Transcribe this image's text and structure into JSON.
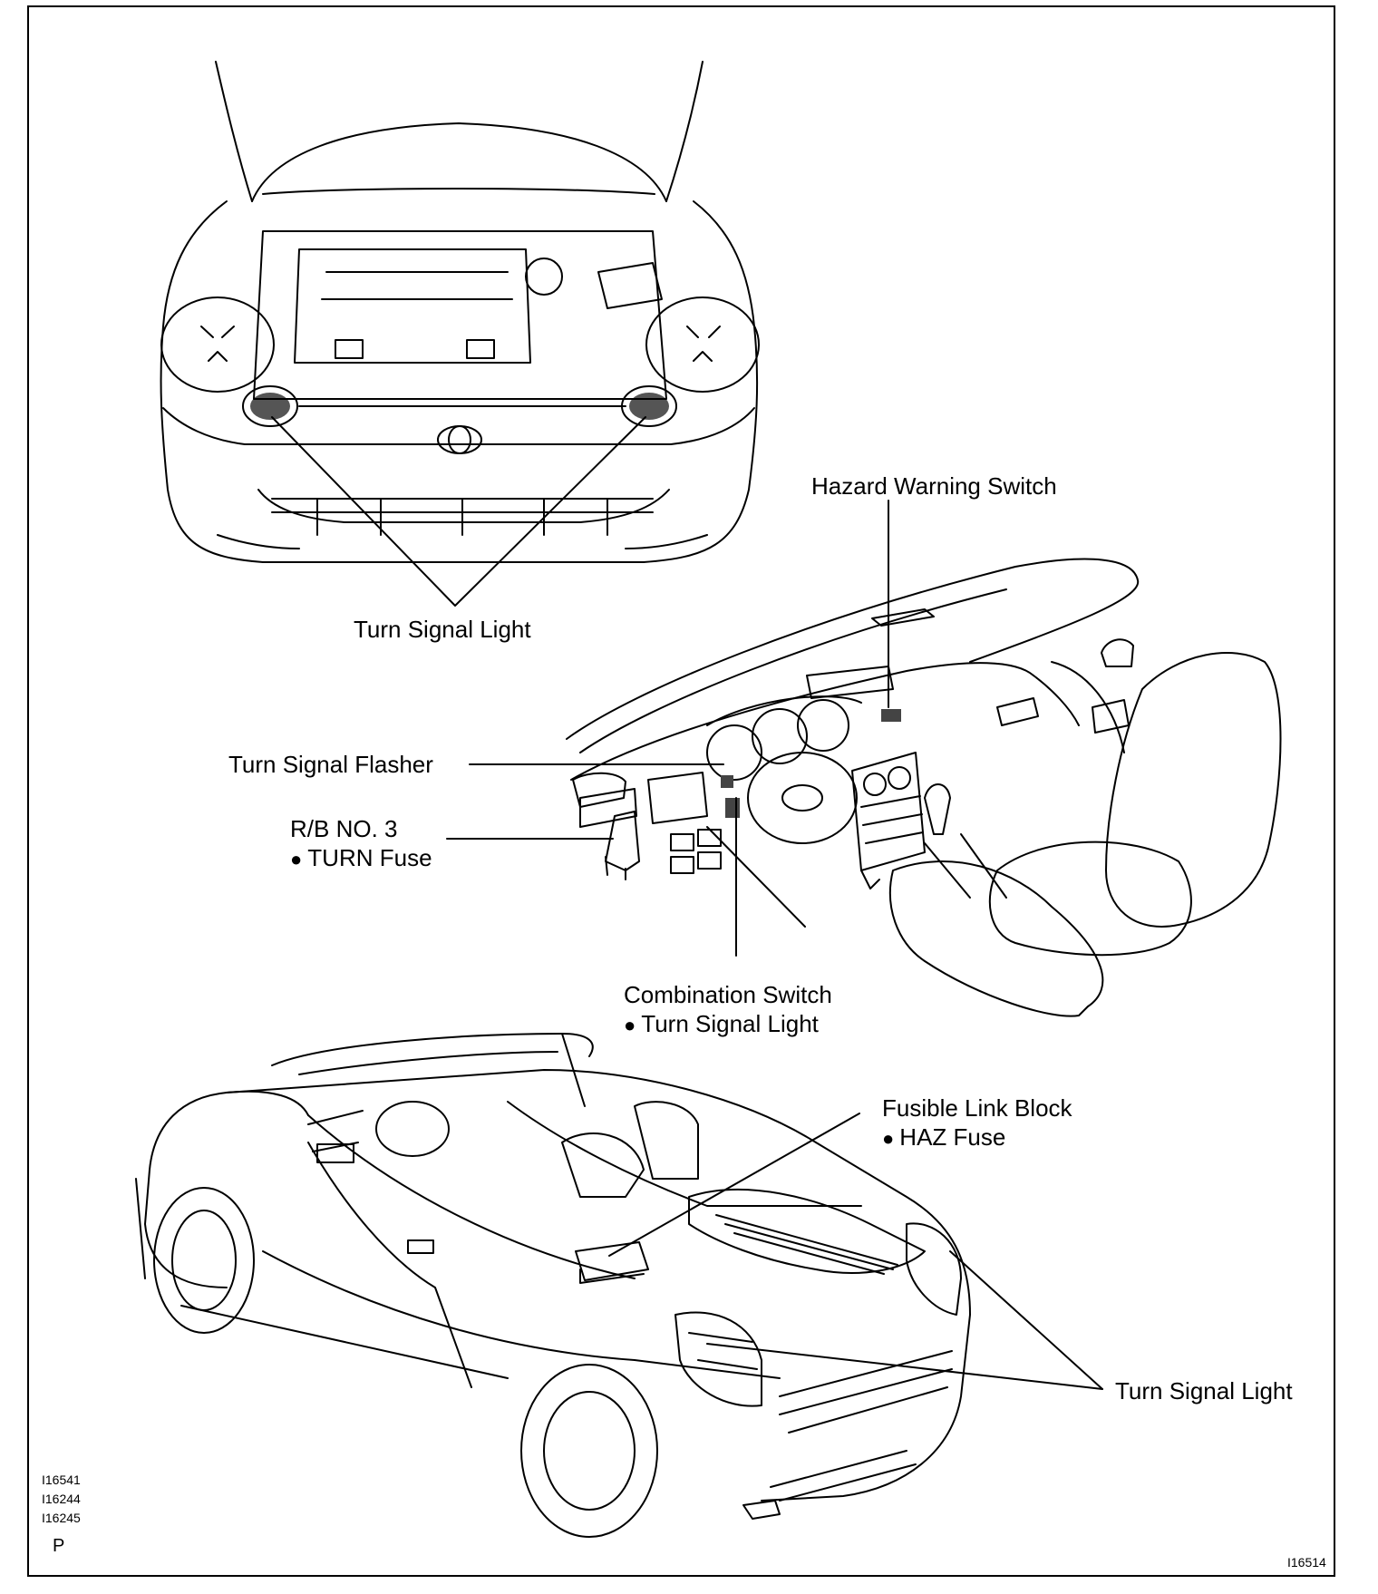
{
  "labels": {
    "turn_signal_light_front": "Turn Signal Light",
    "hazard_warning_switch": "Hazard Warning Switch",
    "turn_signal_flasher": "Turn Signal Flasher",
    "rb_no3": "R/B NO. 3",
    "turn_fuse": "TURN Fuse",
    "combination_switch": "Combination Switch",
    "combination_turn_signal_light": "Turn Signal Light",
    "fusible_link_block": "Fusible Link Block",
    "haz_fuse": "HAZ Fuse",
    "turn_signal_light_rear": "Turn Signal Light",
    "bullet": "●"
  },
  "reference_codes": [
    "I16541",
    "I16244",
    "I16245"
  ],
  "page_code": "P",
  "figure_code": "I16514"
}
